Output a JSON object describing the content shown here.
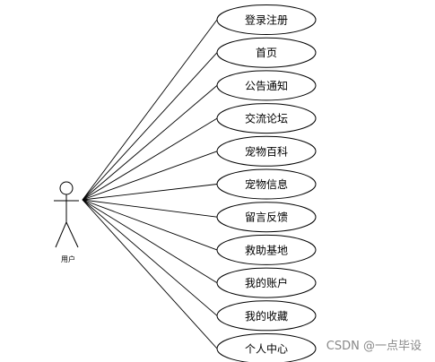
{
  "actor": {
    "label": "用户"
  },
  "use_cases": [
    "登录注册",
    "首页",
    "公告通知",
    "交流论坛",
    "宠物百科",
    "宠物信息",
    "留言反馈",
    "救助基地",
    "我的账户",
    "我的收藏",
    "个人中心"
  ],
  "watermark": "CSDN @一点毕设",
  "colors": {
    "stroke": "#000000",
    "fill": "#ffffff",
    "watermark": "#888888"
  }
}
